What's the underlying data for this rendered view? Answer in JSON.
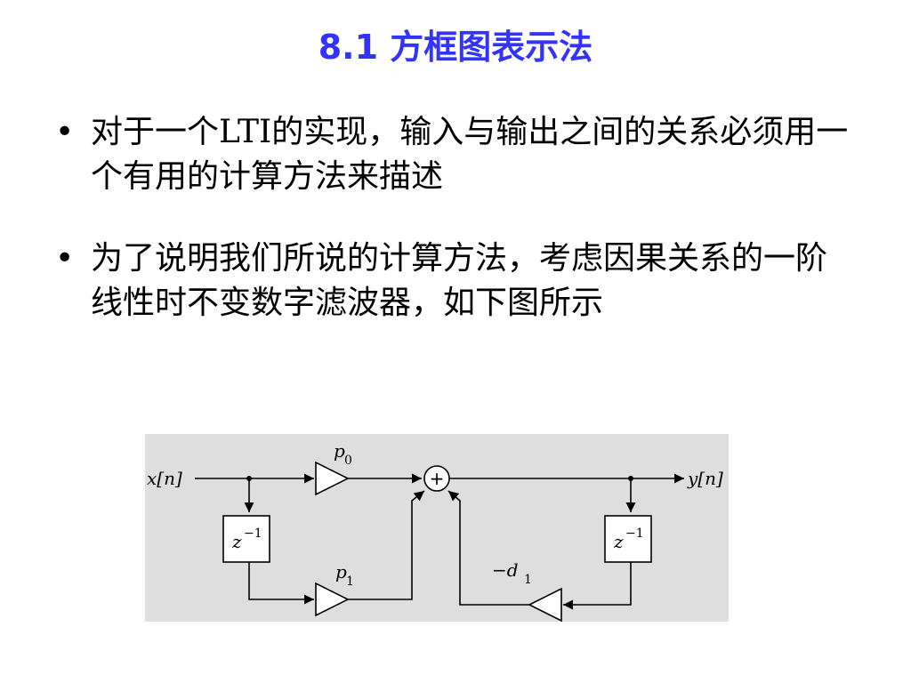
{
  "slide": {
    "title": "8.1  方框图表示法",
    "bullets": [
      {
        "marker": "•",
        "text": "对于一个LTI的实现，输入与输出之间的关系必须用一个有用的计算方法来描述"
      },
      {
        "marker": "•",
        "text": "为了说明我们所说的计算方法，考虑因果关系的一阶线性时不变数字滤波器，如下图所示"
      }
    ]
  },
  "diagram": {
    "input_label": "x[n]",
    "output_label": "y[n]",
    "delay_left": {
      "base": "z",
      "exp": "−1"
    },
    "delay_right": {
      "base": "z",
      "exp": "−1"
    },
    "gain_p0": {
      "base": "p",
      "sub": "0"
    },
    "gain_p1": {
      "base": "p",
      "sub": "1"
    },
    "gain_d1": {
      "base": "−d",
      "sub": "1"
    },
    "adder_symbol": "+"
  },
  "colors": {
    "title": "#3333ff",
    "text": "#000000",
    "diagram_bg": "#dedede"
  }
}
